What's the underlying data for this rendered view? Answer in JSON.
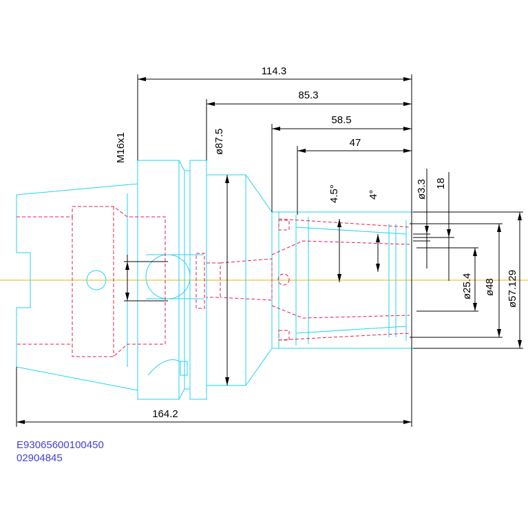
{
  "colors": {
    "background": "#ffffff",
    "outline": "#22d3ee",
    "hidden": "#e11d48",
    "centerline": "#eab308",
    "dimension": "#000000",
    "code": "#4040dd"
  },
  "dimensions": {
    "overall_to_flange": "114.3",
    "to_collar": "85.3",
    "to_nose": "58.5",
    "collet_depth": "47",
    "overall_length": "164.2",
    "collar_diameter": "ø87.5",
    "draw_thread": "M16x1",
    "angle_outer": "4.5°",
    "angle_inner": "4°",
    "small_diameter": "ø3.3",
    "offset_18": "18",
    "bore_diameter": "ø25.4",
    "mid_diameter": "ø48",
    "nose_diameter": "ø57.129"
  },
  "part_codes": {
    "line1": "E93065600100450",
    "line2": "02904845"
  }
}
